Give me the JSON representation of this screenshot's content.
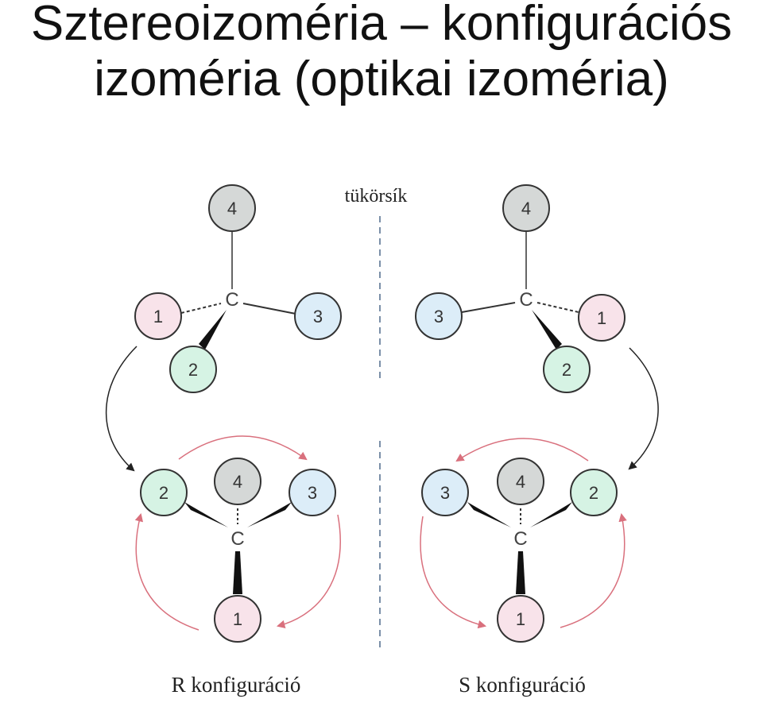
{
  "title": {
    "line1": "Sztereoizoméria – konfigurációs",
    "line2": "izoméria (optikai izoméria)"
  },
  "mirror_label": "tükörsík",
  "carbon_label": "C",
  "atoms": {
    "p1": "1",
    "p2": "2",
    "p3": "3",
    "p4": "4"
  },
  "captions": {
    "left": "R konfiguráció",
    "right": "S konfiguráció"
  },
  "colors": {
    "priority_1": "#f8e3ea",
    "priority_2": "#d6f3e4",
    "priority_3": "#dcedf8",
    "priority_4": "#d5d8d7",
    "arrow_red": "#d9707d",
    "mirror_line": "#7a8fa8"
  }
}
